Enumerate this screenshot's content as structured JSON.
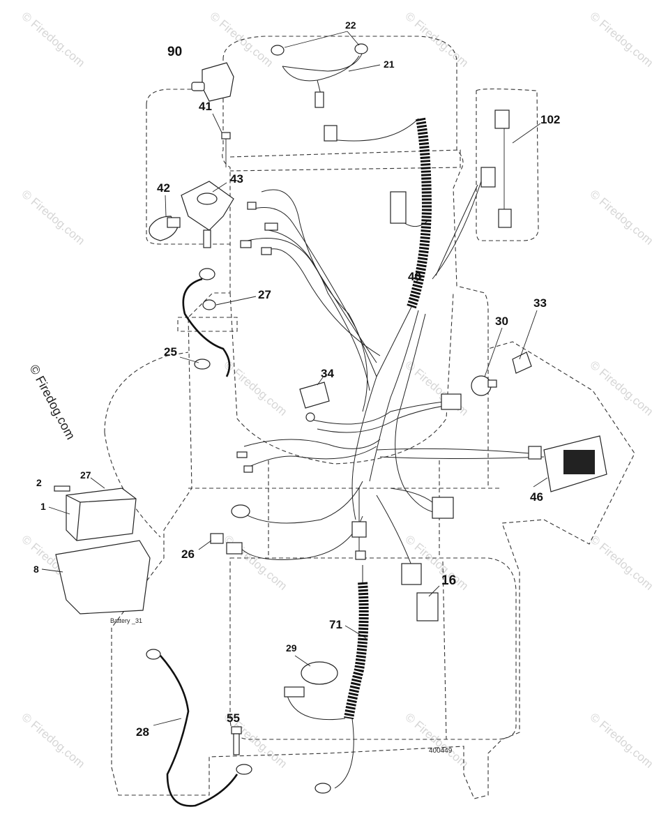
{
  "watermark": "© Firedog.com",
  "diagram_code": "400449",
  "battery_note": "Battery _31",
  "callouts": {
    "p90": "90",
    "p41": "41",
    "p42": "42",
    "p43": "43",
    "p22": "22",
    "p21": "21",
    "p102": "102",
    "p40": "40",
    "p27a": "27",
    "p25": "25",
    "p34": "34",
    "p30": "30",
    "p33": "33",
    "p2": "2",
    "p27b": "27",
    "p1": "1",
    "p8": "8",
    "p46": "46",
    "p26": "26",
    "p16": "16",
    "p71": "71",
    "p29": "29",
    "p28": "28",
    "p55": "55"
  }
}
